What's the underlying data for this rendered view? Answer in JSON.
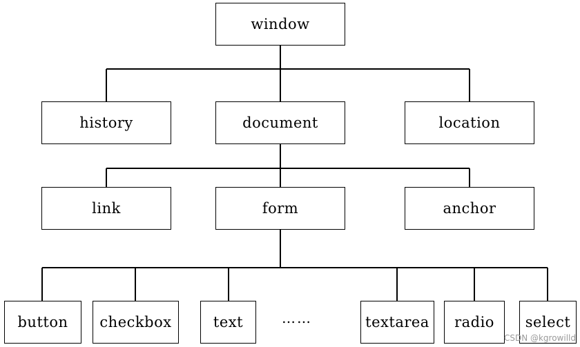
{
  "diagram": {
    "root": "window",
    "level1": [
      "history",
      "document",
      "location"
    ],
    "level2": [
      "link",
      "form",
      "anchor"
    ],
    "level3": [
      "button",
      "checkbox",
      "text",
      "textarea",
      "radio",
      "select"
    ],
    "ellipsis": "……"
  },
  "watermark": "CSDN @kgrowilld"
}
